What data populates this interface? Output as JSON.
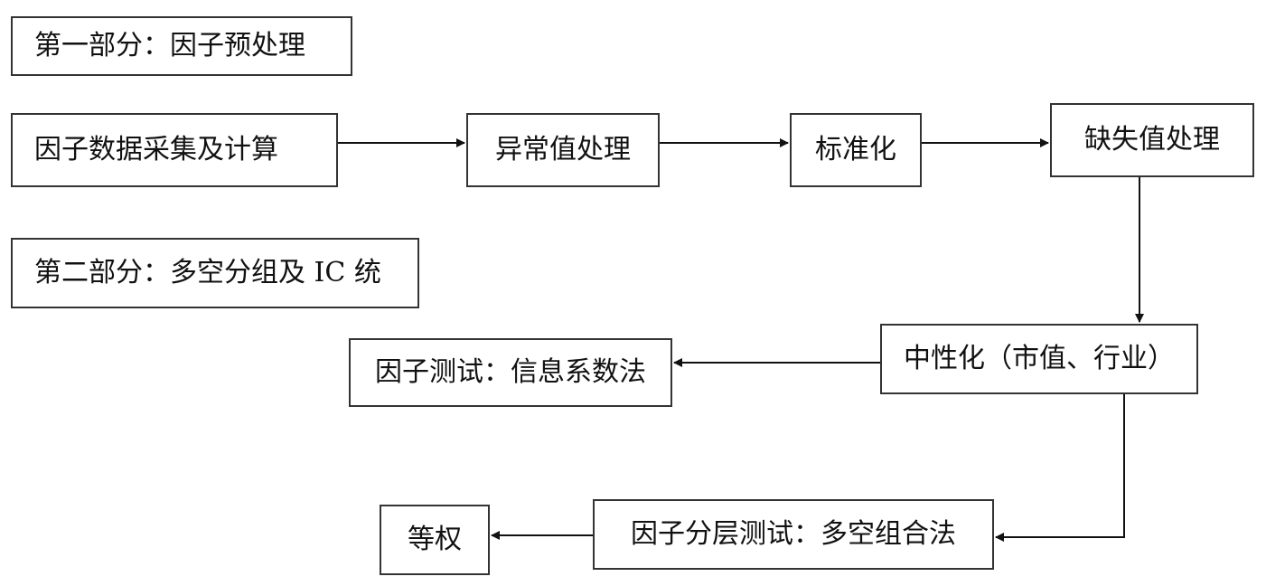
{
  "diagram": {
    "section_labels": {
      "part1": "第一部分：因子预处理",
      "part2": "第二部分：多空分组及 IC 统"
    },
    "nodes": {
      "collect": "因子数据采集及计算",
      "outlier": "异常值处理",
      "standardize": "标准化",
      "missing": "缺失值处理",
      "neutralize": "中性化（市值、行业）",
      "ic_test": "因子测试：信息系数法",
      "layer_test": "因子分层测试：多空组合法",
      "equal_weight": "等权"
    },
    "edges": [
      [
        "collect",
        "outlier"
      ],
      [
        "outlier",
        "standardize"
      ],
      [
        "standardize",
        "missing"
      ],
      [
        "missing",
        "neutralize"
      ],
      [
        "neutralize",
        "ic_test"
      ],
      [
        "neutralize",
        "layer_test"
      ],
      [
        "layer_test",
        "equal_weight"
      ]
    ]
  }
}
